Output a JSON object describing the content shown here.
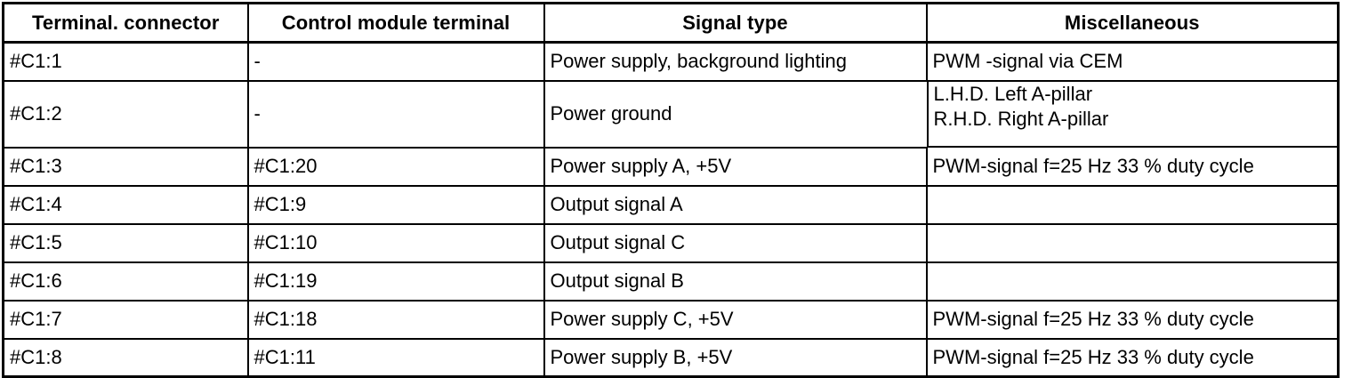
{
  "table": {
    "name": "terminal-connector-pin-assignment",
    "columns": [
      {
        "key": "terminal_connector",
        "label": "Terminal. connector",
        "align": "left"
      },
      {
        "key": "control_module_terminal",
        "label": "Control module terminal",
        "align": "left"
      },
      {
        "key": "signal_type",
        "label": "Signal type",
        "align": "left"
      },
      {
        "key": "miscellaneous",
        "label": "Miscellaneous",
        "align": "left"
      }
    ],
    "rows": [
      {
        "terminal_connector": "#C1:1",
        "control_module_terminal": "-",
        "signal_type": "Power supply, background lighting",
        "miscellaneous": "PWM -signal via CEM",
        "tall": false
      },
      {
        "terminal_connector": "#C1:2",
        "control_module_terminal": "-",
        "signal_type": "Power ground",
        "miscellaneous": "L.H.D. Left A-pillar\nR.H.D. Right A-pillar",
        "tall": true
      },
      {
        "terminal_connector": "#C1:3",
        "control_module_terminal": "#C1:20",
        "signal_type": "Power supply A, +5V",
        "miscellaneous": "PWM-signal f=25 Hz 33 % duty cycle",
        "tall": false
      },
      {
        "terminal_connector": "#C1:4",
        "control_module_terminal": "#C1:9",
        "signal_type": "Output signal A",
        "miscellaneous": "",
        "tall": false
      },
      {
        "terminal_connector": "#C1:5",
        "control_module_terminal": "#C1:10",
        "signal_type": "Output signal C",
        "miscellaneous": "",
        "tall": false
      },
      {
        "terminal_connector": "#C1:6",
        "control_module_terminal": "#C1:19",
        "signal_type": "Output signal B",
        "miscellaneous": "",
        "tall": false
      },
      {
        "terminal_connector": "#C1:7",
        "control_module_terminal": "#C1:18",
        "signal_type": "Power supply C, +5V",
        "miscellaneous": "PWM-signal f=25 Hz 33 % duty cycle",
        "tall": false
      },
      {
        "terminal_connector": "#C1:8",
        "control_module_terminal": "#C1:11",
        "signal_type": "Power supply B, +5V",
        "miscellaneous": "PWM-signal f=25 Hz 33 % duty cycle",
        "tall": false
      }
    ]
  },
  "colors": {
    "background": "#ffffff",
    "text": "#000000",
    "border": "#000000"
  }
}
